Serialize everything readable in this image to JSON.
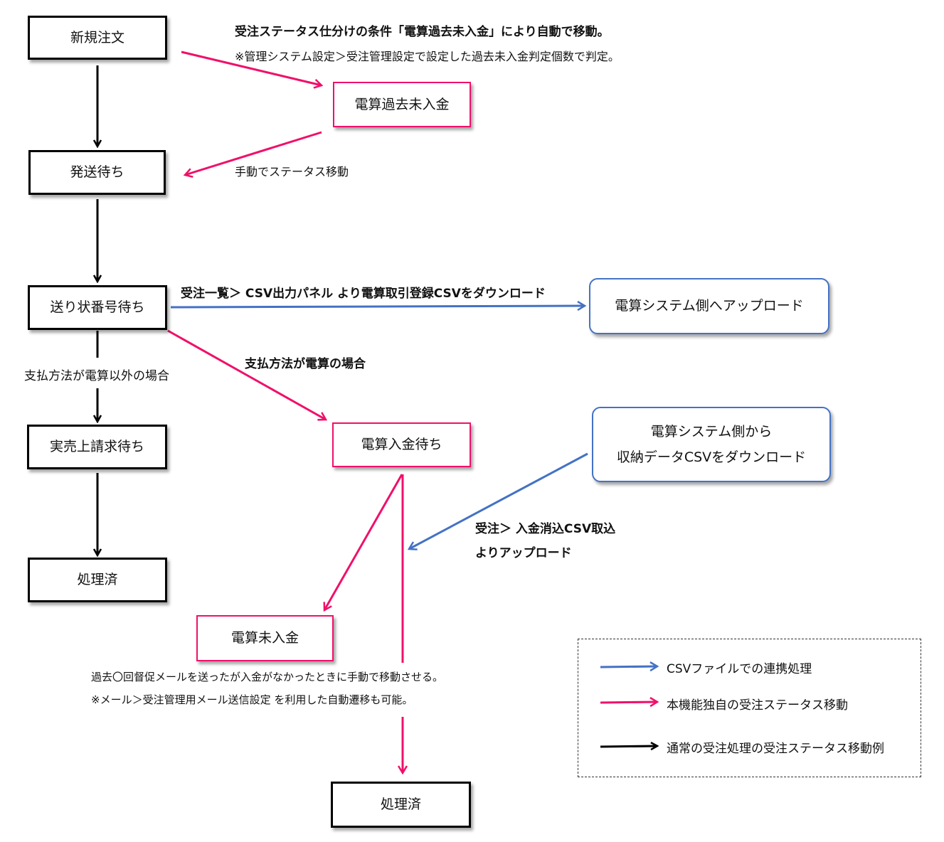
{
  "nodes": {
    "shinki": "新規注文",
    "densan_kako": "電算過去未入金",
    "hassou": "発送待ち",
    "okurijo": "送り状番号待ち",
    "upload_box": "電算システム側へアップロード",
    "jitsuuri": "実売上請求待ち",
    "shori_left": "処理済",
    "densan_nyukin": "電算入金待ち",
    "download_box_line1": "電算システム側から",
    "download_box_line2": "収納データCSVをダウンロード",
    "densan_minyukin": "電算未入金",
    "shori_bottom": "処理済"
  },
  "labels": {
    "auto_move_title": "受注ステータス仕分けの条件「電算過去未入金」により自動で移動。",
    "auto_move_note": "※管理システム設定＞受注管理設定で設定した過去未入金判定個数で判定。",
    "manual_move": "手動でステータス移動",
    "csv_download": "受注一覧＞ CSV出力パネル より電算取引登録CSVをダウンロード",
    "non_densan": "支払方法が電算以外の場合",
    "densan_case": "支払方法が電算の場合",
    "upload_line1": "受注＞ 入金消込CSV取込",
    "upload_line2": "よりアップロード",
    "minyukin_note1": "過去〇回督促メールを送ったが入金がなかったときに手動で移動させる。",
    "minyukin_note2": "※メール＞受注管理用メール送信設定 を利用した自動遷移も可能。"
  },
  "legend": {
    "items": [
      {
        "label": "CSVファイルでの連携処理",
        "color": "#4472c4"
      },
      {
        "label": "本機能独自の受注ステータス移動",
        "color": "#f0106a"
      },
      {
        "label": "通常の受注処理の受注ステータス移動例",
        "color": "#000000"
      }
    ]
  },
  "colors": {
    "blue": "#4472c4",
    "pink": "#f0106a",
    "black": "#000000"
  }
}
